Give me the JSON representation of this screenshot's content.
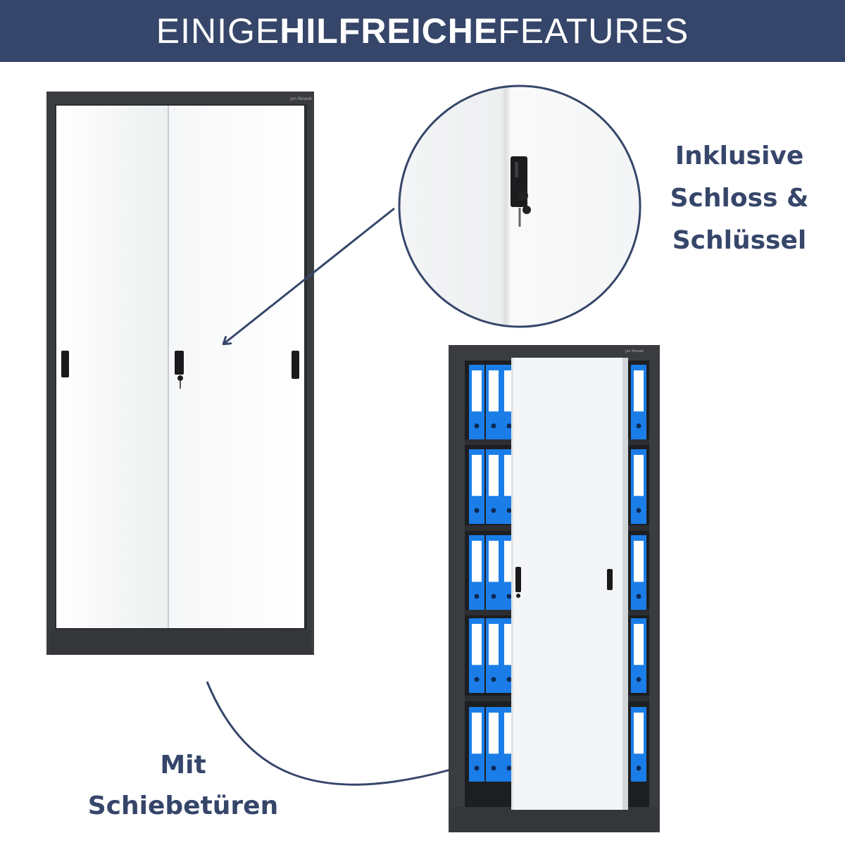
{
  "header": {
    "title_part1": "EINIGE ",
    "title_bold": "HILFREICHE",
    "title_part2": " FEATURES"
  },
  "features": {
    "lock": [
      "Inklusive",
      "Schloss &",
      "Schlüssel"
    ],
    "sliding": [
      "Mit",
      "Schiebetüren"
    ]
  },
  "brand_label": "Jan Nowak",
  "colors": {
    "navy": "#36466a",
    "cabinet_frame": "#3a3c40",
    "door_white": "#f3f4f5",
    "binder_blue": "#1b7ee8"
  }
}
